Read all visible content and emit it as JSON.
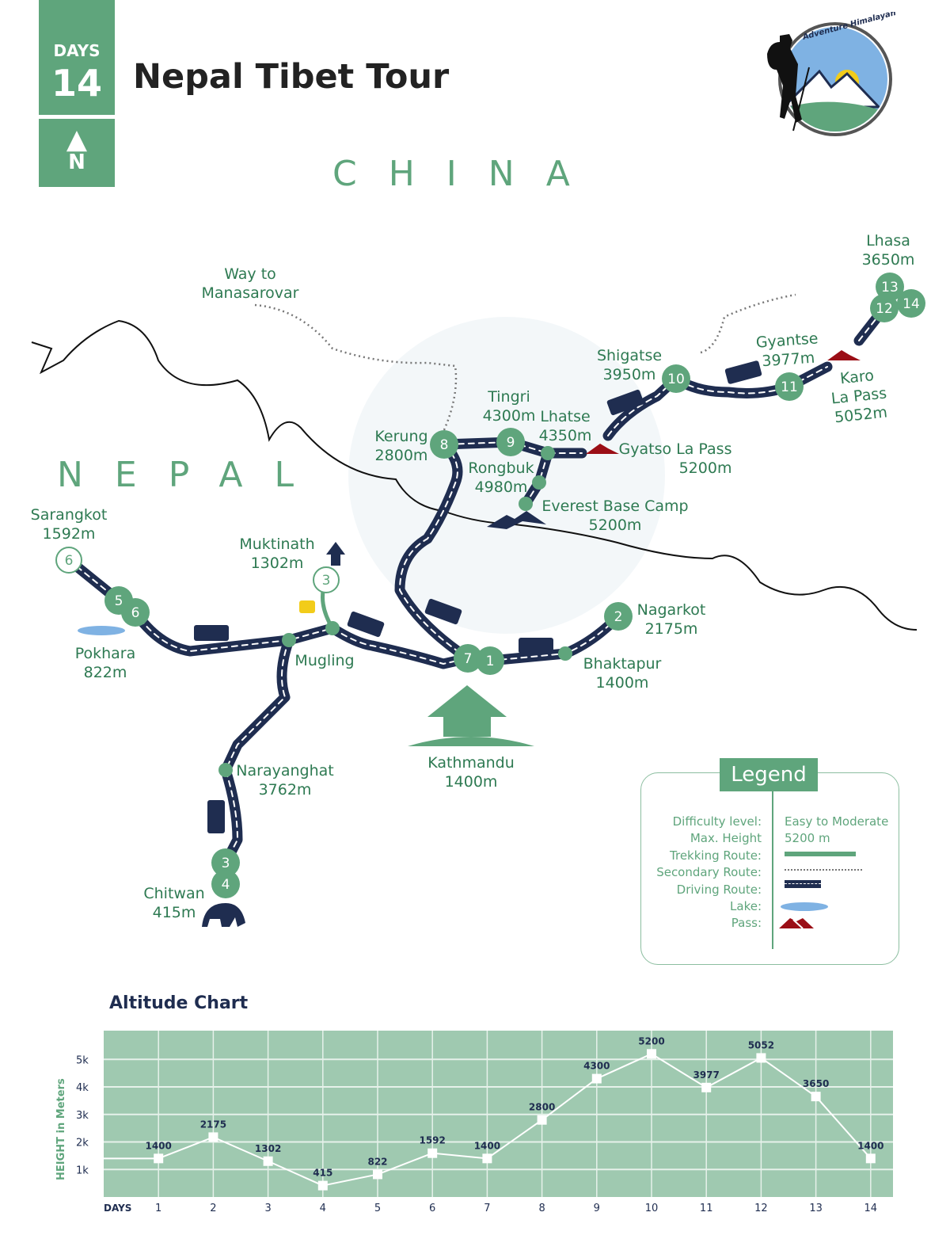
{
  "header": {
    "days_label": "DAYS",
    "days_count": "14",
    "north_arrow": "▲",
    "north_label": "N",
    "title": "Nepal Tibet Tour"
  },
  "logo": {
    "text": "Adventure Himalayan Travels & Treks Pvt. Ltd."
  },
  "map": {
    "country_china": "CHINA",
    "country_nepal": "NEPAL",
    "colors": {
      "green": "#5fa57c",
      "road": "#1f2d50",
      "pass": "#9b0e16",
      "lake": "#7fb2e3"
    },
    "places": [
      {
        "name": "Way to",
        "alt": "Manasarovar"
      },
      {
        "name": "Lhasa",
        "alt": "3650m"
      },
      {
        "name": "Gyantse",
        "alt": "3977m"
      },
      {
        "name": "Karo",
        "alt": "La Pass"
      },
      {
        "name": "5052m",
        "alt": ""
      },
      {
        "name": "Shigatse",
        "alt": "3950m"
      },
      {
        "name": "Tingri",
        "alt": "4300m"
      },
      {
        "name": "Lhatse",
        "alt": "4350m"
      },
      {
        "name": "Kerung",
        "alt": "2800m"
      },
      {
        "name": "Rongbuk",
        "alt": "4980m"
      },
      {
        "name": "Gyatso La Pass",
        "alt": "5200m"
      },
      {
        "name": "Everest Base Camp",
        "alt": "5200m"
      },
      {
        "name": "Sarangkot",
        "alt": "1592m"
      },
      {
        "name": "Muktinath",
        "alt": "1302m"
      },
      {
        "name": "Nagarkot",
        "alt": "2175m"
      },
      {
        "name": "Pokhara",
        "alt": "822m"
      },
      {
        "name": "Mugling",
        "alt": ""
      },
      {
        "name": "Bhaktapur",
        "alt": "1400m"
      },
      {
        "name": "Kathmandu",
        "alt": "1400m"
      },
      {
        "name": "Narayanghat",
        "alt": "3762m"
      },
      {
        "name": "Chitwan",
        "alt": "415m"
      }
    ],
    "markers": [
      "6",
      "5",
      "6",
      "3",
      "7",
      "1",
      "2",
      "8",
      "9",
      "10",
      "11",
      "12",
      "13",
      "14",
      "3",
      "4"
    ]
  },
  "legend": {
    "title": "Legend",
    "rows": [
      {
        "key": "Difficulty level:",
        "value": "Easy to Moderate"
      },
      {
        "key": "Max. Height",
        "value": "5200 m"
      },
      {
        "key": "Trekking Route:",
        "symbol": "green-line"
      },
      {
        "key": "Secondary Route:",
        "symbol": "dotted-line"
      },
      {
        "key": "Driving Route:",
        "symbol": "dashed-road"
      },
      {
        "key": "Lake:",
        "symbol": "lake"
      },
      {
        "key": "Pass:",
        "symbol": "pass"
      }
    ]
  },
  "chart_data": {
    "type": "line",
    "title": "Altitude Chart",
    "xlabel": "DAYS",
    "ylabel": "HEIGHT in Meters",
    "x": [
      1,
      2,
      3,
      4,
      5,
      6,
      7,
      8,
      9,
      10,
      11,
      12,
      13,
      14
    ],
    "values": [
      1400,
      2175,
      1302,
      415,
      822,
      1592,
      1400,
      2800,
      4300,
      5200,
      3977,
      5052,
      3650,
      1400
    ],
    "data_labels": [
      "1400",
      "2175",
      "1302",
      "415",
      "822",
      "1592",
      "1400",
      "2800",
      "4300",
      "5200",
      "3977",
      "5052",
      "3650",
      "1400"
    ],
    "yticks": [
      "1k",
      "2k",
      "3k",
      "4k",
      "5k"
    ],
    "xticks": [
      "1",
      "2",
      "3",
      "4",
      "5",
      "6",
      "7",
      "8",
      "9",
      "10",
      "11",
      "12",
      "13",
      "14"
    ],
    "ylim": [
      0,
      6000
    ],
    "grid": true,
    "colors": {
      "background": "#9fc9b0",
      "line": "#ffffff",
      "labels": "#1f2d50"
    }
  }
}
